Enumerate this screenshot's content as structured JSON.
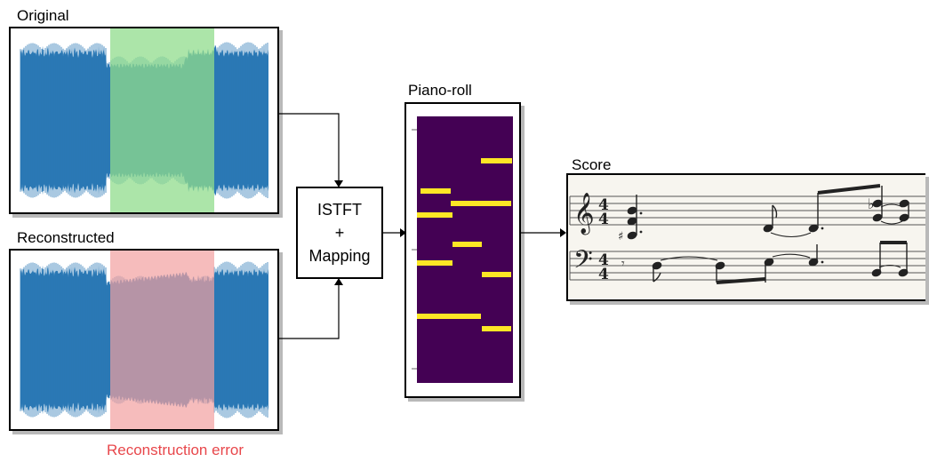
{
  "labels": {
    "original": "Original",
    "reconstructed": "Reconstructed",
    "reconstruction_error": "Reconstruction error",
    "piano_roll": "Piano-roll",
    "score": "Score"
  },
  "process_box": {
    "line1": "ISTFT",
    "line2": "+",
    "line3": "Mapping"
  },
  "colors": {
    "waveform": "#2a78b5",
    "original_highlight": "#90dc8c",
    "error_highlight": "#f2a0a0",
    "error_text": "#e8474b",
    "pianoroll_background": "#440154",
    "pianoroll_note": "#fde725"
  },
  "score": {
    "treble_time_signature": [
      "4",
      "4"
    ],
    "bass_time_signature": [
      "4",
      "4"
    ]
  }
}
